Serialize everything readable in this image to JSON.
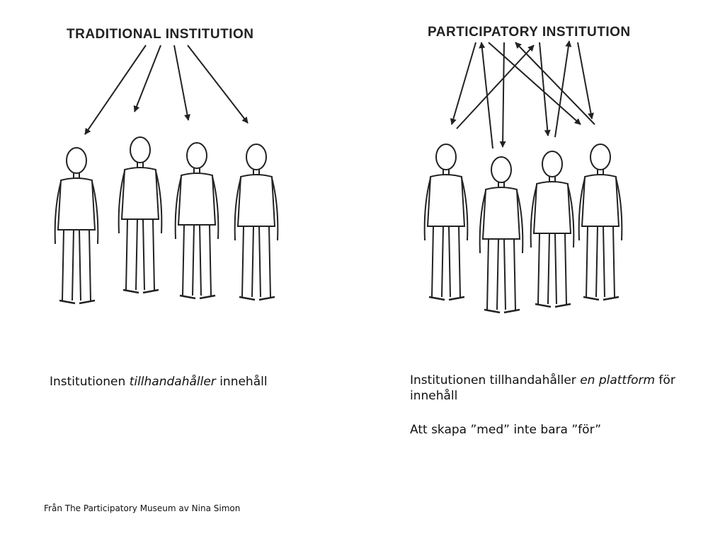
{
  "left_panel": {
    "title": "TRADITIONAL INSTITUTION",
    "caption_plain": "Institutionen ",
    "caption_em": "tillhandahåller",
    "caption_plain_2": " innehåll"
  },
  "right_panel": {
    "title": "PARTICIPATORY INSTITUTION",
    "caption_plain": "Institutionen tillhandahåller ",
    "caption_em": "en plattform",
    "caption_plain_2": " för innehåll",
    "caption_line_2": "Att skapa ”med” inte bara ”för”"
  },
  "source": "Från The Participatory Museum av Nina Simon"
}
